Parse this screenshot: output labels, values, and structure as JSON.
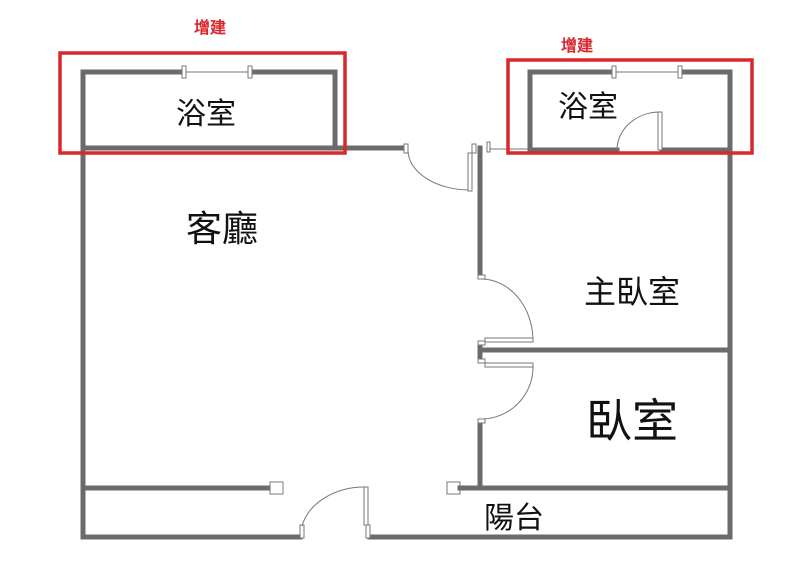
{
  "colors": {
    "wall": "#6b6b6b",
    "annotation": "#d9272e",
    "window": "#777777"
  },
  "annotations": [
    {
      "label": "增建"
    },
    {
      "label": "增建"
    }
  ],
  "rooms": {
    "bath_left": "浴室",
    "bath_right": "浴室",
    "living": "客廳",
    "master_bedroom": "主臥室",
    "bedroom": "臥室",
    "balcony": "陽台"
  }
}
